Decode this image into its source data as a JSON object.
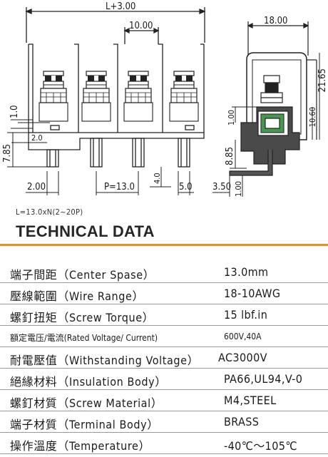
{
  "drawing": {
    "dims": {
      "overall_length": "L+3.00",
      "top_width": "10.00",
      "side_width": "18.00",
      "height_total": "21.65",
      "height_mid": "10.60",
      "pin_offset": "1.00",
      "left_height": "1.0",
      "wire_dim": "2.0",
      "left_bottom_height": "7.85",
      "pin_dia": "2.00",
      "pitch": "P=13.0",
      "pin_length": "4.0",
      "pin_width": "5.0",
      "side_pin_height": "8.85",
      "side_pin_offset": "3.50",
      "side_bottom": "1.00"
    }
  },
  "formula": "L=13.0xN(2~20P)",
  "section_title": "TECHNICAL DATA",
  "specs": [
    {
      "label": "端子間距（Center Spase）",
      "value": "13.0mm"
    },
    {
      "label": "壓線範圍（Wire Range）",
      "value": "18-10AWG"
    },
    {
      "label": "螺釘扭矩（Screw Torque）",
      "value": "15 lbf.in"
    },
    {
      "label": "額定電压/電流(Rated Voltage/ Current)",
      "value": "600V,40A"
    },
    {
      "label": "耐電壓值（Withstanding Voltage）",
      "value": "AC3000V"
    },
    {
      "label": "絕緣材料（Insulation Body）",
      "value": "PA66,UL94,V-0"
    },
    {
      "label": "螺釘材質（Screw Material）",
      "value": "M4,STEEL"
    },
    {
      "label": "端子材質（Terminal Body）",
      "value": "BRASS"
    },
    {
      "label": "操作溫度（Temperature）",
      "value": "-40℃～105℃"
    }
  ],
  "colors": {
    "accent_rule": "#e8941a",
    "insulation": "#4a4a4a",
    "terminal_green": "#2f8f3a"
  }
}
